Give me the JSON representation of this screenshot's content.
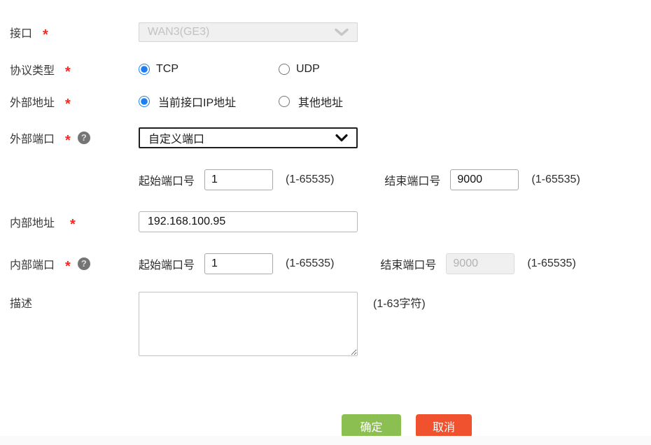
{
  "colors": {
    "accent_blue": "#1d7ef2",
    "ok_green": "#8cbf52",
    "cancel_orange": "#f0512f",
    "required_red": "#fb281e"
  },
  "form": {
    "interface": {
      "label": "接口",
      "required": "*",
      "value": "WAN3(GE3)",
      "disabled": true
    },
    "protocol": {
      "label": "协议类型",
      "required": "*",
      "options": [
        {
          "label": "TCP",
          "selected": true
        },
        {
          "label": "UDP",
          "selected": false
        }
      ]
    },
    "external_address": {
      "label": "外部地址",
      "required": "*",
      "options": [
        {
          "label": "当前接口IP地址",
          "selected": true
        },
        {
          "label": "其他地址",
          "selected": false
        }
      ]
    },
    "external_port": {
      "label": "外部端口",
      "required": "*",
      "help": "?",
      "mode_value": "自定义端口",
      "start": {
        "label": "起始端口号",
        "value": "1",
        "hint": "(1-65535)"
      },
      "end": {
        "label": "结束端口号",
        "value": "9000",
        "hint": "(1-65535)"
      }
    },
    "internal_address": {
      "label": "内部地址",
      "required": "*",
      "value": "192.168.100.95"
    },
    "internal_port": {
      "label": "内部端口",
      "required": "*",
      "help": "?",
      "start": {
        "label": "起始端口号",
        "value": "1",
        "hint": "(1-65535)"
      },
      "end": {
        "label": "结束端口号",
        "value": "9000",
        "hint": "(1-65535)",
        "disabled": true
      }
    },
    "description": {
      "label": "描述",
      "value": "",
      "hint": "(1-63字符)"
    }
  },
  "buttons": {
    "ok": "确定",
    "cancel": "取消"
  }
}
